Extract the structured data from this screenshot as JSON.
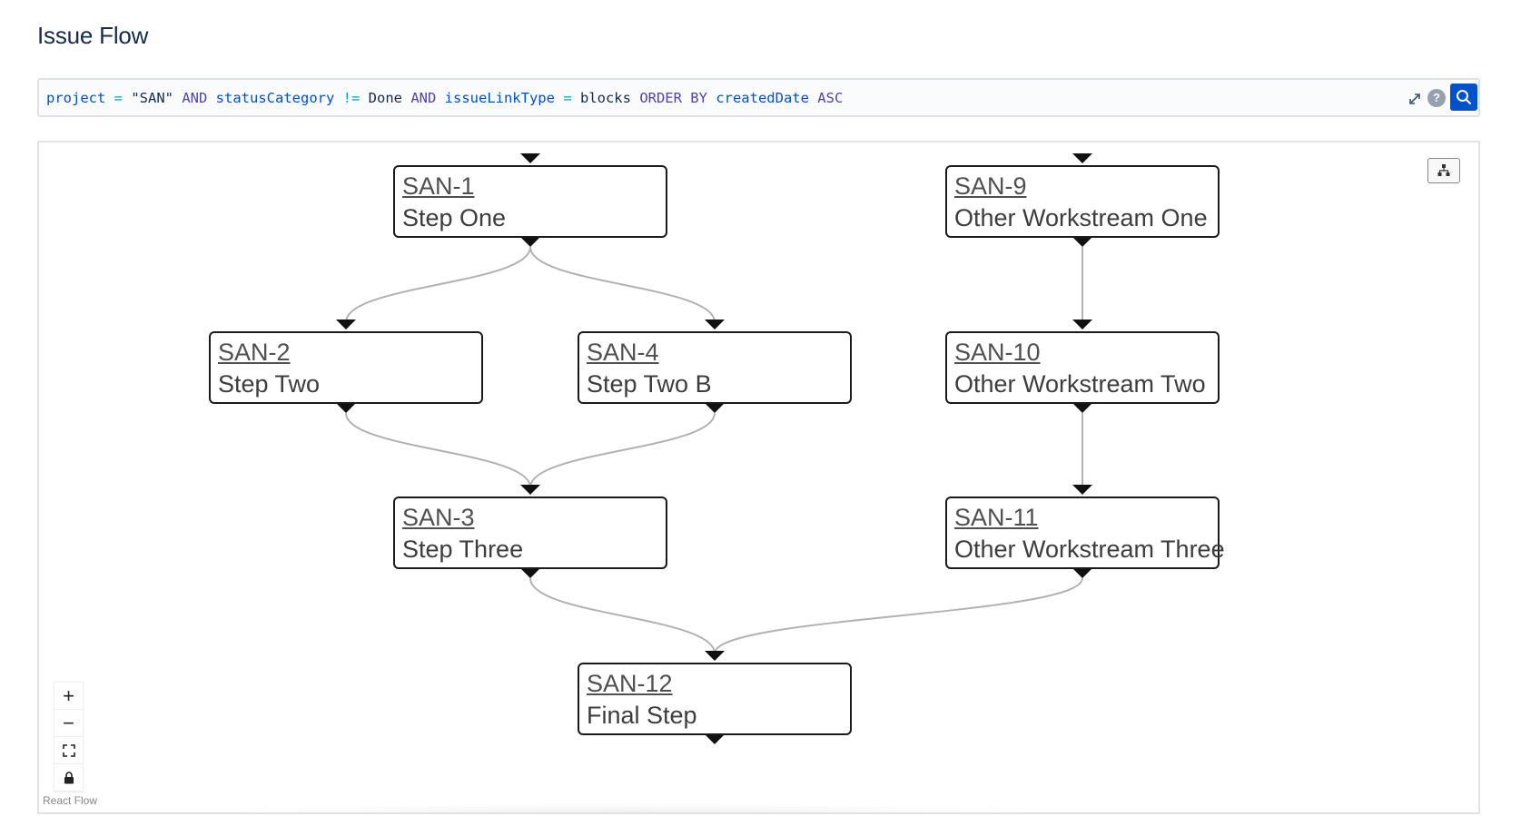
{
  "page": {
    "title": "Issue Flow"
  },
  "jql": {
    "tokens": [
      {
        "text": "project",
        "kind": "field"
      },
      {
        "text": " = ",
        "kind": "op"
      },
      {
        "text": "\"SAN\"",
        "kind": "val"
      },
      {
        "text": " AND ",
        "kind": "kw"
      },
      {
        "text": "statusCategory",
        "kind": "field"
      },
      {
        "text": " != ",
        "kind": "op"
      },
      {
        "text": "Done",
        "kind": "val"
      },
      {
        "text": " AND ",
        "kind": "kw"
      },
      {
        "text": "issueLinkType",
        "kind": "field"
      },
      {
        "text": " = ",
        "kind": "op"
      },
      {
        "text": "blocks",
        "kind": "val"
      },
      {
        "text": " ORDER BY ",
        "kind": "kw"
      },
      {
        "text": "createdDate",
        "kind": "field"
      },
      {
        "text": " ASC",
        "kind": "kw"
      }
    ],
    "icons": {
      "expand": "expand-icon",
      "help": "help-icon",
      "search": "search-icon"
    },
    "help_glyph": "?",
    "colors": {
      "search_button": "#0052cc",
      "field": "#0052cc",
      "operator": "#00a3bf",
      "keyword": "#5243aa"
    }
  },
  "flow": {
    "nodes": [
      {
        "id": "SAN-1",
        "key": "SAN-1",
        "title": "Step One"
      },
      {
        "id": "SAN-9",
        "key": "SAN-9",
        "title": "Other Workstream One"
      },
      {
        "id": "SAN-2",
        "key": "SAN-2",
        "title": "Step Two"
      },
      {
        "id": "SAN-4",
        "key": "SAN-4",
        "title": "Step Two B"
      },
      {
        "id": "SAN-10",
        "key": "SAN-10",
        "title": "Other Workstream Two"
      },
      {
        "id": "SAN-3",
        "key": "SAN-3",
        "title": "Step Three"
      },
      {
        "id": "SAN-11",
        "key": "SAN-11",
        "title": "Other Workstream Three"
      },
      {
        "id": "SAN-12",
        "key": "SAN-12",
        "title": "Final Step"
      }
    ],
    "edges": [
      {
        "from": "SAN-1",
        "to": "SAN-2"
      },
      {
        "from": "SAN-1",
        "to": "SAN-4"
      },
      {
        "from": "SAN-2",
        "to": "SAN-3"
      },
      {
        "from": "SAN-4",
        "to": "SAN-3"
      },
      {
        "from": "SAN-9",
        "to": "SAN-10"
      },
      {
        "from": "SAN-10",
        "to": "SAN-11"
      },
      {
        "from": "SAN-3",
        "to": "SAN-12"
      },
      {
        "from": "SAN-11",
        "to": "SAN-12"
      }
    ],
    "controls": [
      {
        "name": "zoom-in",
        "glyph": "+"
      },
      {
        "name": "zoom-out",
        "glyph": "−"
      },
      {
        "name": "fit-view",
        "glyph": ""
      },
      {
        "name": "lock",
        "glyph": ""
      }
    ],
    "layout_button_icon": "layout-icon",
    "attribution": "React Flow",
    "colors": {
      "edge": "#b1b1b7",
      "node_border": "#1a1a1a",
      "handle": "#111111"
    }
  }
}
